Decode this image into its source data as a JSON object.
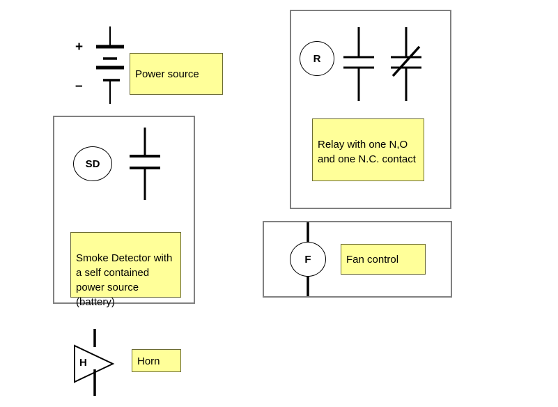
{
  "diagram": {
    "title": "Fire alarm schematic symbol legend",
    "background_color": "#ffffff",
    "caption_fill": "#ffff99",
    "caption_border": "#6b6b33",
    "group_border": "#808080",
    "line_color": "#000000"
  },
  "power_source": {
    "plus_label": "+",
    "minus_label": "–",
    "caption": "Power source",
    "symbol": "battery-symbol"
  },
  "smoke_detector": {
    "marker_label": "SD",
    "caption": "Smoke Detector with a self contained power source (battery)",
    "caption_lines": [
      "Smoke Detector",
      "with a self",
      "contained power",
      "source (battery)"
    ],
    "symbol": "capacitor-symbol"
  },
  "relay": {
    "marker_label": "R",
    "caption": "Relay with one N,O and one N.C. contact",
    "caption_lines": [
      "Relay with one",
      "N,O and one N.C.",
      "contact"
    ],
    "contacts": [
      {
        "name": "normally-open-contact",
        "symbol": "no-contact-symbol"
      },
      {
        "name": "normally-closed-contact",
        "symbol": "nc-contact-symbol"
      }
    ]
  },
  "fan_control": {
    "marker_label": "F",
    "caption": "Fan control",
    "symbol": "circle-with-line-symbol"
  },
  "horn": {
    "marker_label": "H",
    "caption": "Horn",
    "symbol": "horn-triangle-symbol"
  }
}
